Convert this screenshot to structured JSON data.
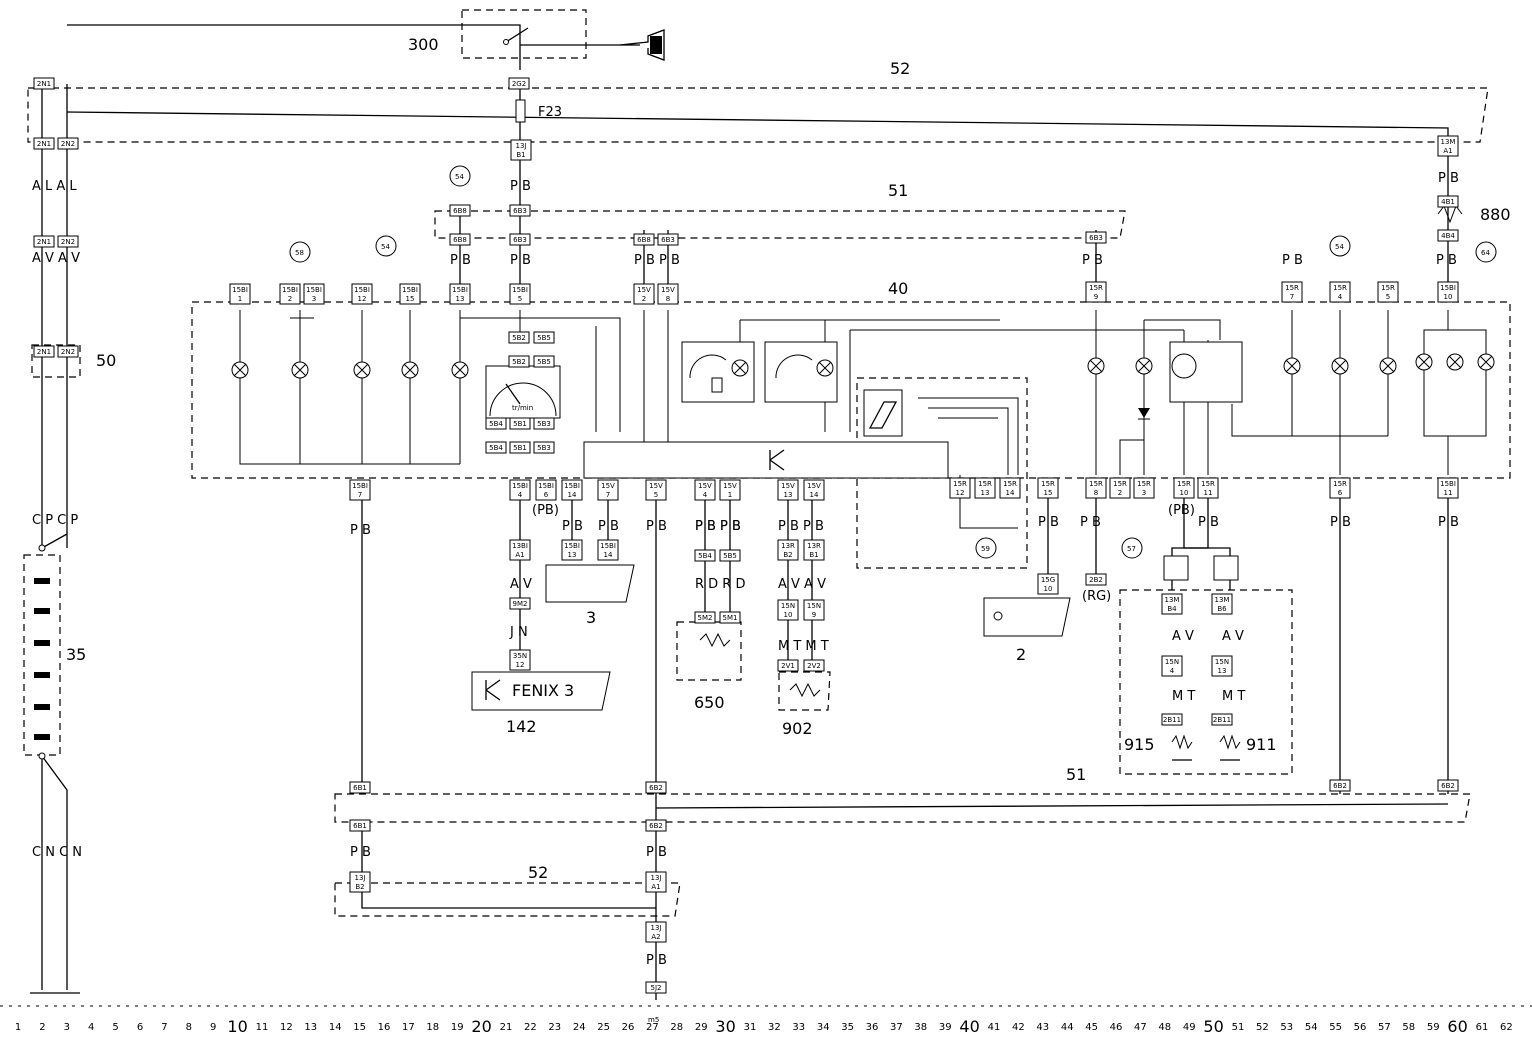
{
  "components": {
    "c300": "300",
    "c52a": "52",
    "c52b": "52",
    "c51a": "51",
    "c51b": "51",
    "c40": "40",
    "c50": "50",
    "c35": "35",
    "c880": "880",
    "c3": "3",
    "c2": "2",
    "c142": "142",
    "c650": "650",
    "c902": "902",
    "c915": "915",
    "c911": "911",
    "fuse": "F23",
    "pb1": "(PB)",
    "pb2": "(PB)",
    "rg": "(RG)",
    "fenix": "FENIX 3",
    "tachometer_unit": "tr/min",
    "ground": "m5"
  },
  "callouts": [
    "54",
    "58",
    "54",
    "54",
    "64",
    "57",
    "59"
  ],
  "wire_labels": [
    "A L A L",
    "A V A V",
    "C P C P",
    "C N C N",
    "P B",
    "P B",
    "P B",
    "P B",
    "P B",
    "P B",
    "P B",
    "P B",
    "P B",
    "P B",
    "P B",
    "P B",
    "P B",
    "P B",
    "P B",
    "P B",
    "P B",
    "P B",
    "P B",
    "P B P B",
    "P B P B",
    "P B P B",
    "P B P B",
    "A V",
    "J N",
    "R D R D",
    "A V A V",
    "M T M T",
    "A V",
    "A V",
    "M T",
    "M T"
  ],
  "connectors": [
    "2N1",
    "2N1",
    "2N2",
    "2N1",
    "2N2",
    "2N1",
    "2N2",
    "2G2",
    "13J B1",
    "6B8",
    "6B3",
    "6B8",
    "6B3",
    "6B8",
    "6B3",
    "6B3",
    "15BI 1",
    "15BI 2",
    "15BI 3",
    "15BI 12",
    "15BI 15",
    "15BI 13",
    "15BI 5",
    "15V 2",
    "15V 8",
    "15R 9",
    "15R 7",
    "15R 4",
    "15R 5",
    "13M A1",
    "4B1",
    "4B4",
    "15BI 10",
    "5B2",
    "5B5",
    "5B2",
    "5B5",
    "5B4",
    "5B1",
    "5B3",
    "5B4",
    "5B1",
    "5B3",
    "15BI 7",
    "15BI 4",
    "15BI 6",
    "15BI 14",
    "15V 7",
    "15V 5",
    "15V 4",
    "15V 1",
    "15V 13",
    "15V 14",
    "15R 12",
    "15R 13",
    "15R 14",
    "15R 15",
    "15R 8",
    "15R 2",
    "15R 3",
    "15R 10",
    "15R 11",
    "15R 6",
    "15BI 11",
    "13BI A1",
    "15BI 13",
    "15BI 14",
    "9M2",
    "35N 12",
    "5B4",
    "5B5",
    "5M2",
    "5M1",
    "13R B2",
    "13R B1",
    "15N 10",
    "15N 9",
    "2V1",
    "2V2",
    "15G 10",
    "2B2",
    "13M B4",
    "15N 4",
    "2B11",
    "13M B6",
    "15N 13",
    "2B11",
    "6B1",
    "6B1",
    "6B2",
    "6B2",
    "6B2",
    "6B2",
    "13J B2",
    "13J A1",
    "13J A2",
    "5J2"
  ],
  "ruler_small": [
    "1",
    "2",
    "3",
    "4",
    "5",
    "6",
    "7",
    "8",
    "9",
    "11",
    "12",
    "13",
    "14",
    "15",
    "16",
    "17",
    "18",
    "19",
    "21",
    "22",
    "23",
    "24",
    "25",
    "26",
    "27",
    "28",
    "29",
    "31",
    "32",
    "33",
    "34",
    "35",
    "36",
    "37",
    "38",
    "39",
    "41",
    "42",
    "43",
    "44",
    "45",
    "46",
    "47",
    "48",
    "49",
    "51",
    "52",
    "53",
    "54",
    "55",
    "56",
    "57",
    "58",
    "59",
    "61",
    "62"
  ],
  "ruler_big": [
    "10",
    "20",
    "30",
    "40",
    "50",
    "60"
  ],
  "gauge_symbol": "K"
}
